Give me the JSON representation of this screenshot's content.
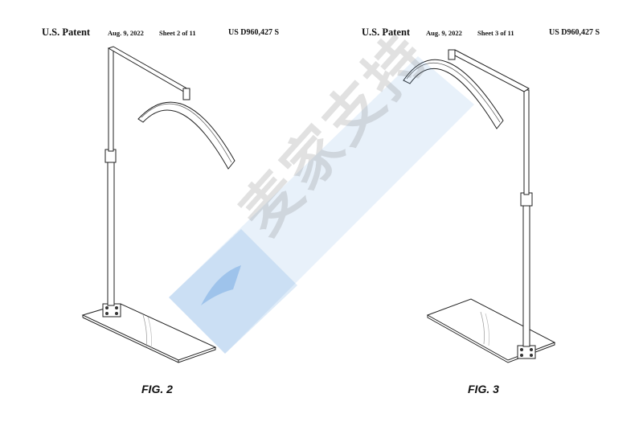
{
  "left_sheet": {
    "patent": "U.S. Patent",
    "date": "Aug. 9, 2022",
    "sheet": "Sheet 2 of 11",
    "number": "US D960,427 S",
    "figure": "FIG. 2"
  },
  "right_sheet": {
    "patent": "U.S. Patent",
    "date": "Aug. 9, 2022",
    "sheet": "Sheet 3 of 11",
    "number": "US D960,427 S",
    "figure": "FIG. 3"
  },
  "watermark": {
    "text": "麦家支持",
    "color": "#4a90d9"
  }
}
